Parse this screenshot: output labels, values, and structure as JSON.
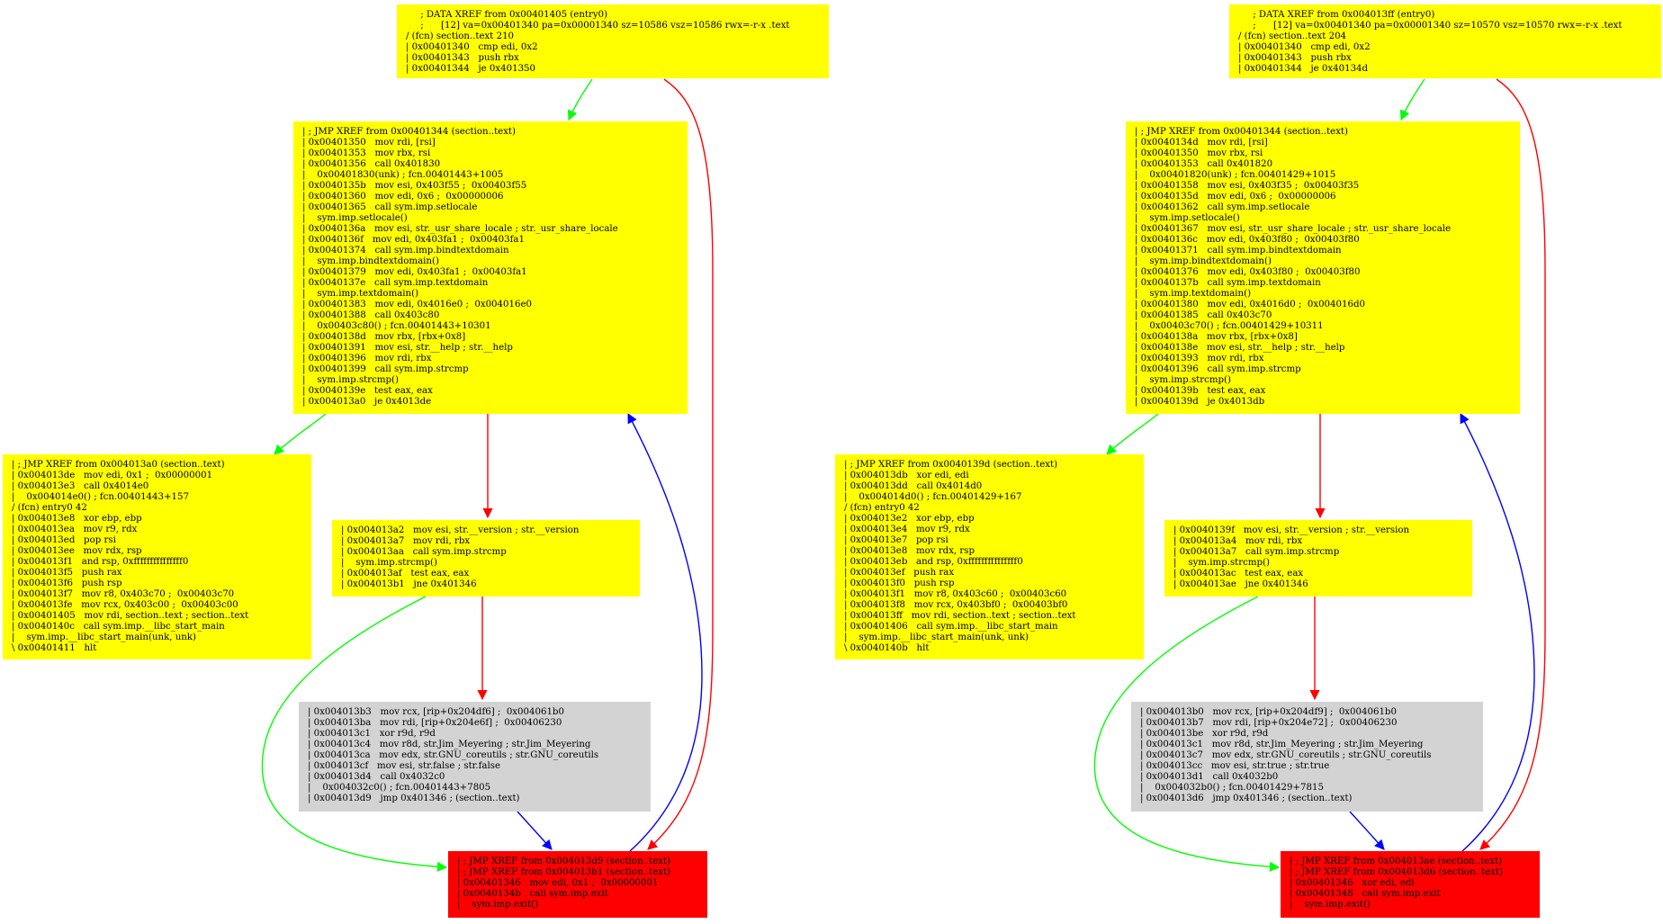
{
  "colors": {
    "yellow": "#ffff00",
    "gray": "#d3d3d3",
    "red": "#ff0000",
    "edge_true": "#00ff00",
    "edge_false": "#ff0000",
    "edge_jump": "#0000ff"
  },
  "graphs": [
    {
      "nodes": [
        {
          "id": "entry",
          "fill": "yellow",
          "lines": [
            "     ; DATA XREF from 0x00401405 (entry0)",
            "     ;      [12] va=0x00401340 pa=0x00001340 sz=10586 vsz=10586 rwx=-r-x .text",
            "/ (fcn) section..text 210",
            "| 0x00401340   cmp edi, 0x2",
            "| 0x00401343   push rbx",
            "| 0x00401344   je 0x401350"
          ]
        },
        {
          "id": "main",
          "fill": "yellow",
          "lines": [
            "| ; JMP XREF from 0x00401344 (section..text)",
            "| 0x00401350   mov rdi, [rsi]",
            "| 0x00401353   mov rbx, rsi",
            "| 0x00401356   call 0x401830",
            "|    0x00401830(unk) ; fcn.00401443+1005",
            "| 0x0040135b   mov esi, 0x403f55 ;  0x00403f55",
            "| 0x00401360   mov edi, 0x6 ;  0x00000006",
            "| 0x00401365   call sym.imp.setlocale",
            "|    sym.imp.setlocale()",
            "| 0x0040136a   mov esi, str._usr_share_locale ; str._usr_share_locale",
            "| 0x0040136f   mov edi, 0x403fa1 ;  0x00403fa1",
            "| 0x00401374   call sym.imp.bindtextdomain",
            "|    sym.imp.bindtextdomain()",
            "| 0x00401379   mov edi, 0x403fa1 ;  0x00403fa1",
            "| 0x0040137e   call sym.imp.textdomain",
            "|    sym.imp.textdomain()",
            "| 0x00401383   mov edi, 0x4016e0 ;  0x004016e0",
            "| 0x00401388   call 0x403c80",
            "|    0x00403c80() ; fcn.00401443+10301",
            "| 0x0040138d   mov rbx, [rbx+0x8]",
            "| 0x00401391   mov esi, str.__help ; str.__help",
            "| 0x00401396   mov rdi, rbx",
            "| 0x00401399   call sym.imp.strcmp",
            "|    sym.imp.strcmp()",
            "| 0x0040139e   test eax, eax",
            "| 0x004013a0   je 0x4013de"
          ]
        },
        {
          "id": "help",
          "fill": "yellow",
          "lines": [
            "| ; JMP XREF from 0x004013a0 (section..text)",
            "| 0x004013de   mov edi, 0x1 ;  0x00000001",
            "| 0x004013e3   call 0x4014e0",
            "|    0x004014e0() ; fcn.00401443+157",
            "/ (fcn) entry0 42",
            "| 0x004013e8   xor ebp, ebp",
            "| 0x004013ea   mov r9, rdx",
            "| 0x004013ed   pop rsi",
            "| 0x004013ee   mov rdx, rsp",
            "| 0x004013f1   and rsp, 0xfffffffffffffff0",
            "| 0x004013f5   push rax",
            "| 0x004013f6   push rsp",
            "| 0x004013f7   mov r8, 0x403c70 ;  0x00403c70",
            "| 0x004013fe   mov rcx, 0x403c00 ;  0x00403c00",
            "| 0x00401405   mov rdi, section..text ; section..text",
            "| 0x0040140c   call sym.imp.__libc_start_main",
            "|    sym.imp.__libc_start_main(unk, unk)",
            "\\ 0x00401411   hlt"
          ]
        },
        {
          "id": "version",
          "fill": "yellow",
          "lines": [
            "| 0x004013a2   mov esi, str.__version ; str.__version",
            "| 0x004013a7   mov rdi, rbx",
            "| 0x004013aa   call sym.imp.strcmp",
            "|    sym.imp.strcmp()",
            "| 0x004013af   test eax, eax",
            "| 0x004013b1   jne 0x401346"
          ]
        },
        {
          "id": "ver_print",
          "fill": "gray",
          "lines": [
            "| 0x004013b3   mov rcx, [rip+0x204df6] ;  0x004061b0",
            "| 0x004013ba   mov rdi, [rip+0x204e6f] ;  0x00406230",
            "| 0x004013c1   xor r9d, r9d",
            "| 0x004013c4   mov r8d, str.Jim_Meyering ; str.Jim_Meyering",
            "| 0x004013ca   mov edx, str.GNU_coreutils ; str.GNU_coreutils",
            "| 0x004013cf   mov esi, str.false ; str.false",
            "| 0x004013d4   call 0x4032c0",
            "|    0x004032c0() ; fcn.00401443+7805",
            "| 0x004013d9   jmp 0x401346 ; (section..text)"
          ]
        },
        {
          "id": "exit",
          "fill": "red",
          "lines": [
            "| ; JMP XREF from 0x004013d9 (section..text)",
            "| ; JMP XREF from 0x004013b1 (section..text)",
            "| 0x00401346   mov edi, 0x1 ;  0x00000001",
            "| 0x0040134b   call sym.imp.exit",
            "|    sym.imp.exit()"
          ]
        }
      ]
    },
    {
      "nodes": [
        {
          "id": "entry",
          "fill": "yellow",
          "lines": [
            "     ; DATA XREF from 0x004013ff (entry0)",
            "     ;      [12] va=0x00401340 pa=0x00001340 sz=10570 vsz=10570 rwx=-r-x .text",
            "/ (fcn) section..text 204",
            "| 0x00401340   cmp edi, 0x2",
            "| 0x00401343   push rbx",
            "| 0x00401344   je 0x40134d"
          ]
        },
        {
          "id": "main",
          "fill": "yellow",
          "lines": [
            "| ; JMP XREF from 0x00401344 (section..text)",
            "| 0x0040134d   mov rdi, [rsi]",
            "| 0x00401350   mov rbx, rsi",
            "| 0x00401353   call 0x401820",
            "|    0x00401820(unk) ; fcn.00401429+1015",
            "| 0x00401358   mov esi, 0x403f35 ;  0x00403f35",
            "| 0x0040135d   mov edi, 0x6 ;  0x00000006",
            "| 0x00401362   call sym.imp.setlocale",
            "|    sym.imp.setlocale()",
            "| 0x00401367   mov esi, str._usr_share_locale ; str._usr_share_locale",
            "| 0x0040136c   mov edi, 0x403f80 ;  0x00403f80",
            "| 0x00401371   call sym.imp.bindtextdomain",
            "|    sym.imp.bindtextdomain()",
            "| 0x00401376   mov edi, 0x403f80 ;  0x00403f80",
            "| 0x0040137b   call sym.imp.textdomain",
            "|    sym.imp.textdomain()",
            "| 0x00401380   mov edi, 0x4016d0 ;  0x004016d0",
            "| 0x00401385   call 0x403c70",
            "|    0x00403c70() ; fcn.00401429+10311",
            "| 0x0040138a   mov rbx, [rbx+0x8]",
            "| 0x0040138e   mov esi, str.__help ; str.__help",
            "| 0x00401393   mov rdi, rbx",
            "| 0x00401396   call sym.imp.strcmp",
            "|    sym.imp.strcmp()",
            "| 0x0040139b   test eax, eax",
            "| 0x0040139d   je 0x4013db"
          ]
        },
        {
          "id": "help",
          "fill": "yellow",
          "lines": [
            "| ; JMP XREF from 0x0040139d (section..text)",
            "| 0x004013db   xor edi, edi",
            "| 0x004013dd   call 0x4014d0",
            "|    0x004014d0() ; fcn.00401429+167",
            "/ (fcn) entry0 42",
            "| 0x004013e2   xor ebp, ebp",
            "| 0x004013e4   mov r9, rdx",
            "| 0x004013e7   pop rsi",
            "| 0x004013e8   mov rdx, rsp",
            "| 0x004013eb   and rsp, 0xfffffffffffffff0",
            "| 0x004013ef   push rax",
            "| 0x004013f0   push rsp",
            "| 0x004013f1   mov r8, 0x403c60 ;  0x00403c60",
            "| 0x004013f8   mov rcx, 0x403bf0 ;  0x00403bf0",
            "| 0x004013ff   mov rdi, section..text ; section..text",
            "| 0x00401406   call sym.imp.__libc_start_main",
            "|    sym.imp.__libc_start_main(unk, unk)",
            "\\ 0x0040140b   hlt"
          ]
        },
        {
          "id": "version",
          "fill": "yellow",
          "lines": [
            "| 0x0040139f   mov esi, str.__version ; str.__version",
            "| 0x004013a4   mov rdi, rbx",
            "| 0x004013a7   call sym.imp.strcmp",
            "|    sym.imp.strcmp()",
            "| 0x004013ac   test eax, eax",
            "| 0x004013ae   jne 0x401346"
          ]
        },
        {
          "id": "ver_print",
          "fill": "gray",
          "lines": [
            "| 0x004013b0   mov rcx, [rip+0x204df9] ;  0x004061b0",
            "| 0x004013b7   mov rdi, [rip+0x204e72] ;  0x00406230",
            "| 0x004013be   xor r9d, r9d",
            "| 0x004013c1   mov r8d, str.Jim_Meyering ; str.Jim_Meyering",
            "| 0x004013c7   mov edx, str.GNU_coreutils ; str.GNU_coreutils",
            "| 0x004013cc   mov esi, str.true ; str.true",
            "| 0x004013d1   call 0x4032b0",
            "|    0x004032b0() ; fcn.00401429+7815",
            "| 0x004013d6   jmp 0x401346 ; (section..text)"
          ]
        },
        {
          "id": "exit",
          "fill": "red",
          "lines": [
            "| ; JMP XREF from 0x004013ae (section..text)",
            "| ; JMP XREF from 0x004013d6 (section..text)",
            "| 0x00401346   xor edi, edi",
            "| 0x00401348   call sym.imp.exit",
            "|    sym.imp.exit()"
          ]
        }
      ]
    }
  ],
  "edges": [
    {
      "from": "entry",
      "to": "main",
      "kind": "true"
    },
    {
      "from": "entry",
      "to": "exit",
      "kind": "false"
    },
    {
      "from": "main",
      "to": "help",
      "kind": "true"
    },
    {
      "from": "main",
      "to": "version",
      "kind": "false"
    },
    {
      "from": "version",
      "to": "exit",
      "kind": "true"
    },
    {
      "from": "version",
      "to": "ver_print",
      "kind": "false"
    },
    {
      "from": "ver_print",
      "to": "exit",
      "kind": "jump"
    },
    {
      "from": "exit",
      "to": "main",
      "kind": "jump"
    }
  ]
}
